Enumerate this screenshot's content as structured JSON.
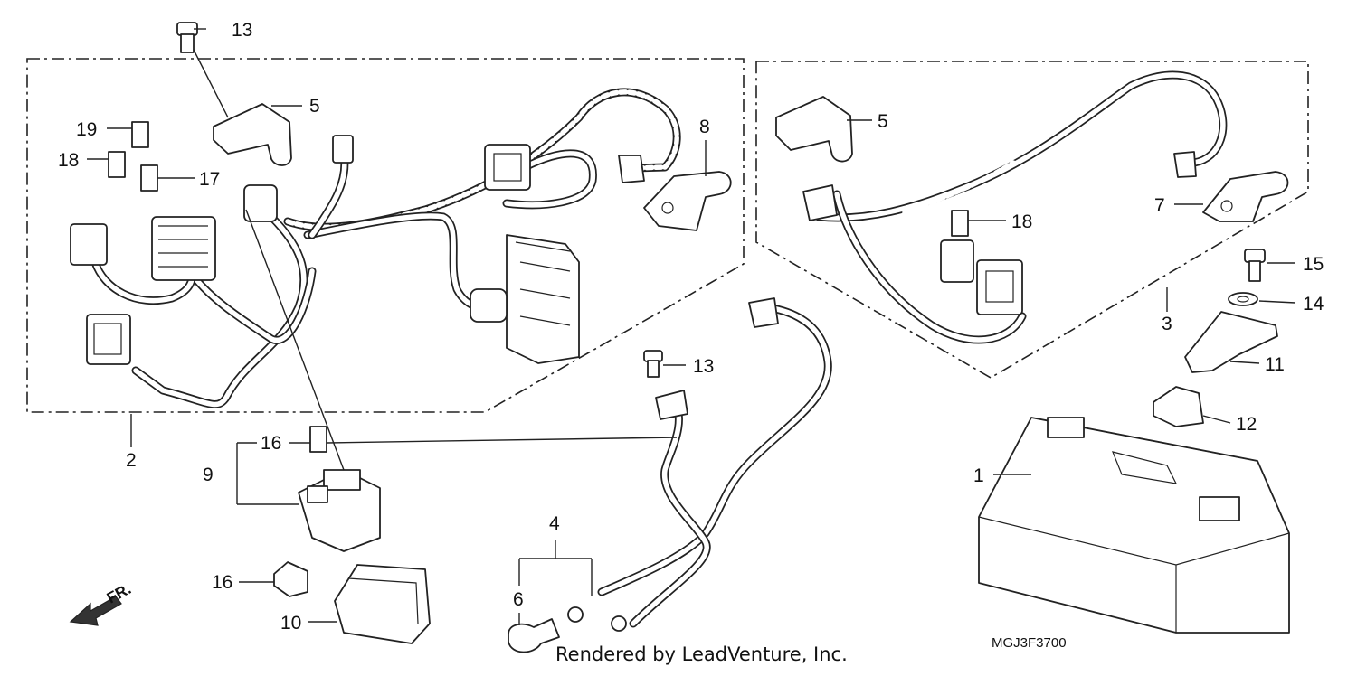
{
  "callouts": {
    "c1": "1",
    "c2": "2",
    "c3": "3",
    "c4": "4",
    "c5a": "5",
    "c5b": "5",
    "c6": "6",
    "c7": "7",
    "c8": "8",
    "c9": "9",
    "c10": "10",
    "c11": "11",
    "c12": "12",
    "c13a": "13",
    "c13b": "13",
    "c14": "14",
    "c15": "15",
    "c16a": "16",
    "c16b": "16",
    "c17": "17",
    "c18a": "18",
    "c18b": "18",
    "c19": "19"
  },
  "direction_label": "FR.",
  "diagram_code": "MGJ3F3700",
  "credit": "Rendered by LeadVenture, Inc."
}
